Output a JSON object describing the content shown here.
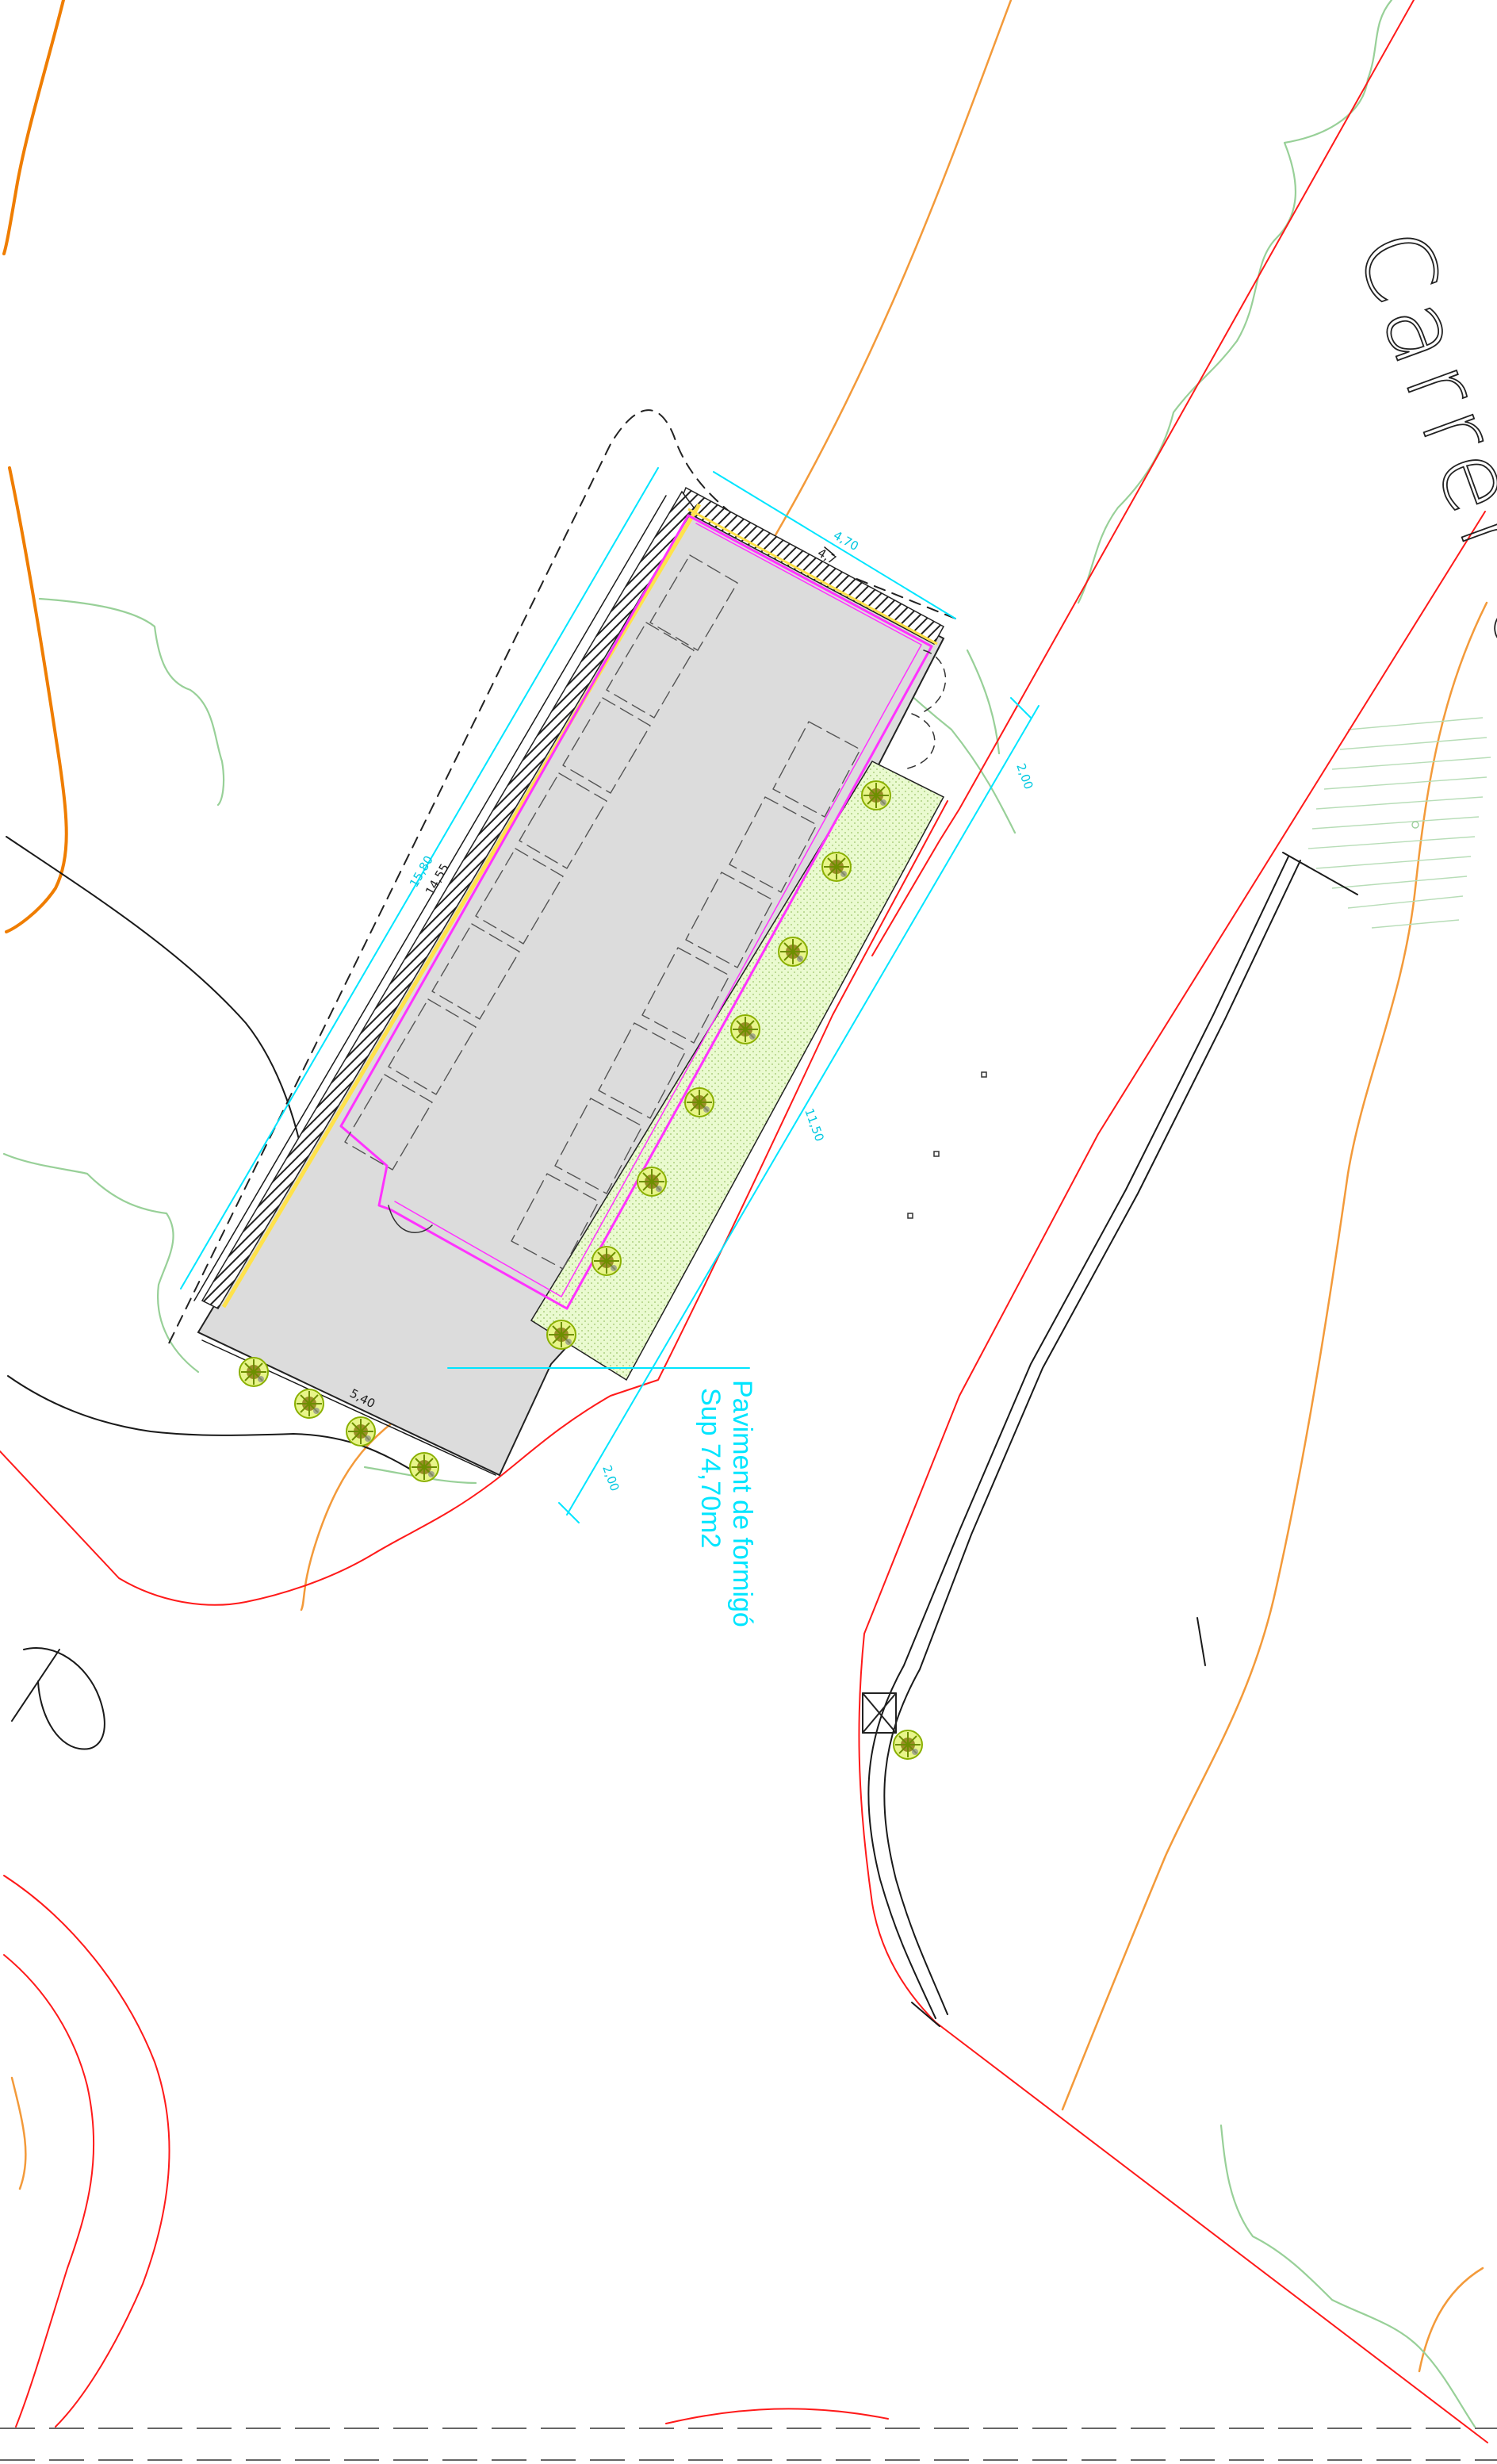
{
  "street": {
    "name": "Carrer de les Aigües"
  },
  "pavement": {
    "line1": "Paviment de formigó",
    "line2": "Sup 74,70m2"
  },
  "dimensions": {
    "top_width": "4,70",
    "left_outer_length": "15,80",
    "left_inner_length": "14,55",
    "right_offset_top": "2,00",
    "right_length": "11,50",
    "right_offset_bottom": "2,00",
    "bottom_width": "5,40",
    "inner_top": "4,7"
  },
  "colors": {
    "boundary_red": "#ff1a1a",
    "contour_orange": "#f39a3a",
    "contour_orange_dark": "#ef7d00",
    "vegetation_green": "#98d098",
    "dimension_cyan": "#00e5ff",
    "wall_magenta": "#ff33ff",
    "paving_gray": "#dcdcdc",
    "planter_green": "#e9f9cf",
    "yellow_edge": "#ffe24a"
  },
  "icons": [
    "tree-symbol-icon",
    "lamp-post-icon"
  ]
}
